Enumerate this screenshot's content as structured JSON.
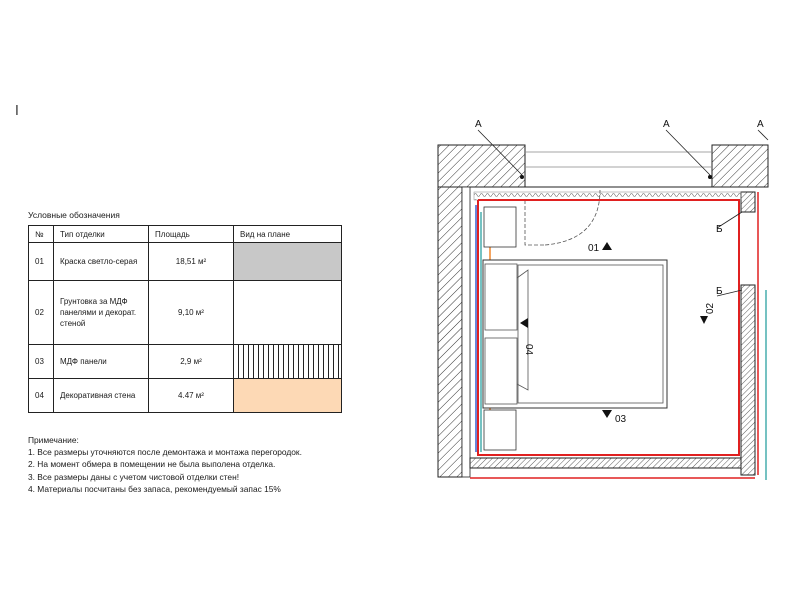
{
  "cursor_glyph": "I",
  "legend": {
    "title": "Условные обозначения",
    "headers": [
      "№",
      "Тип отделки",
      "Площадь",
      "Вид на плане"
    ],
    "rows": [
      {
        "no": "01",
        "type": "Краска светло-серая",
        "area": "18,51 м²",
        "swatch": "gray"
      },
      {
        "no": "02",
        "type": "Грунтовка за МДФ панелями и декорат. стеной",
        "area": "9,10 м²",
        "swatch": "none"
      },
      {
        "no": "03",
        "type": "МДФ панели",
        "area": "2,9 м²",
        "swatch": "stripes"
      },
      {
        "no": "04",
        "type": "Декоративная стена",
        "area": "4.47 м²",
        "swatch": "peach"
      }
    ]
  },
  "notes": {
    "title": "Примечание:",
    "items": [
      "1. Все размеры уточняются после демонтажа и монтажа перегородок.",
      "2. На момент обмера в помещении не была выполена отделка.",
      "3. Все размеры даны с учетом чистовой отделки стен!",
      "4. Материалы посчитаны без запаса, рекомендуемый запас 15%"
    ]
  },
  "plan": {
    "section_label_a": "А",
    "section_label_b": "Б",
    "view_01": "01",
    "view_02": "02",
    "view_03": "03",
    "view_04": "04"
  },
  "colors": {
    "gray_fill": "#c8c8c8",
    "peach_fill": "#fdd9b5",
    "finish_red": "#e02020",
    "finish_blue": "#3a5fcd",
    "finish_orange": "#f4a460",
    "finish_teal": "#1a9a9a",
    "line": "#222222"
  }
}
